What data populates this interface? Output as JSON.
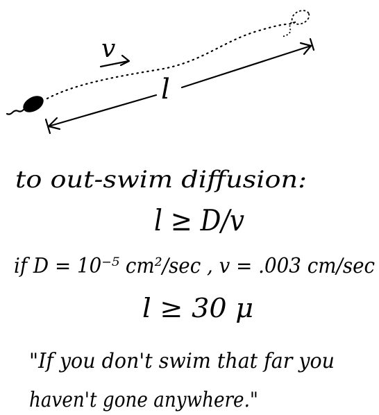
{
  "diagram": {
    "velocity_label": "v",
    "length_label": "l",
    "heading": "to out-swim diffusion:",
    "condition": "l ≥ D/v",
    "parameters": "if D = 10⁻⁵ cm²/sec ,  v = .003 cm/sec",
    "result": "l ≥ 30 μ",
    "quote_line1": "\"If you don't swim that far you",
    "quote_line2": "haven't gone anywhere.\""
  }
}
